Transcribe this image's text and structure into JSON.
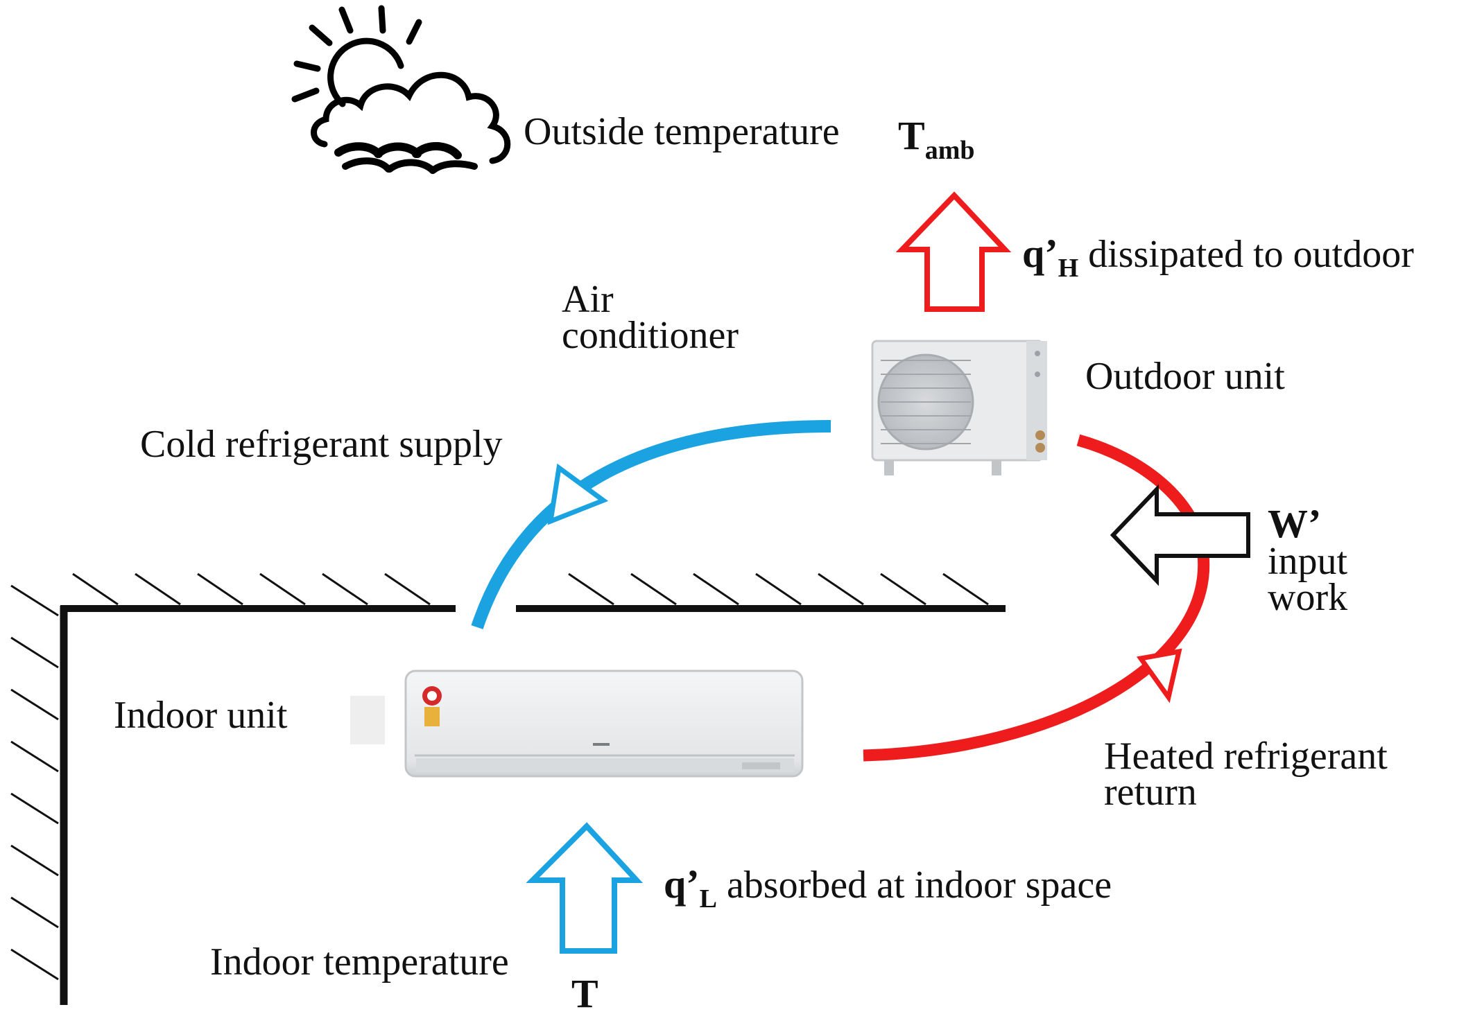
{
  "labels": {
    "outside_temperature": "Outside temperature",
    "t_amb_symbol": "T",
    "t_amb_sub": "amb",
    "q_h_symbol": "q’",
    "q_h_sub": "H",
    "q_h_text": "dissipated to outdoor",
    "air_conditioner_line1": "Air",
    "air_conditioner_line2": "conditioner",
    "outdoor_unit": "Outdoor unit",
    "cold_refrigerant_supply": "Cold refrigerant supply",
    "w_symbol": "W’",
    "w_line1": "input",
    "w_line2": "work",
    "indoor_unit": "Indoor unit",
    "heated_return_line1": "Heated refrigerant",
    "heated_return_line2": "return",
    "q_l_symbol": "q’",
    "q_l_sub": "L",
    "q_l_text": "absorbed at indoor space",
    "indoor_temperature": "Indoor temperature",
    "t_symbol": "T"
  },
  "colors": {
    "cold_line": "#1aa3e0",
    "hot_line": "#ee1c1c",
    "wall": "#111111",
    "unit_body": "#e6e8ea"
  },
  "icons": {
    "weather": "sun-cloud-icon",
    "outdoor_unit": "outdoor-ac-unit-icon",
    "indoor_unit": "indoor-ac-unit-icon"
  }
}
